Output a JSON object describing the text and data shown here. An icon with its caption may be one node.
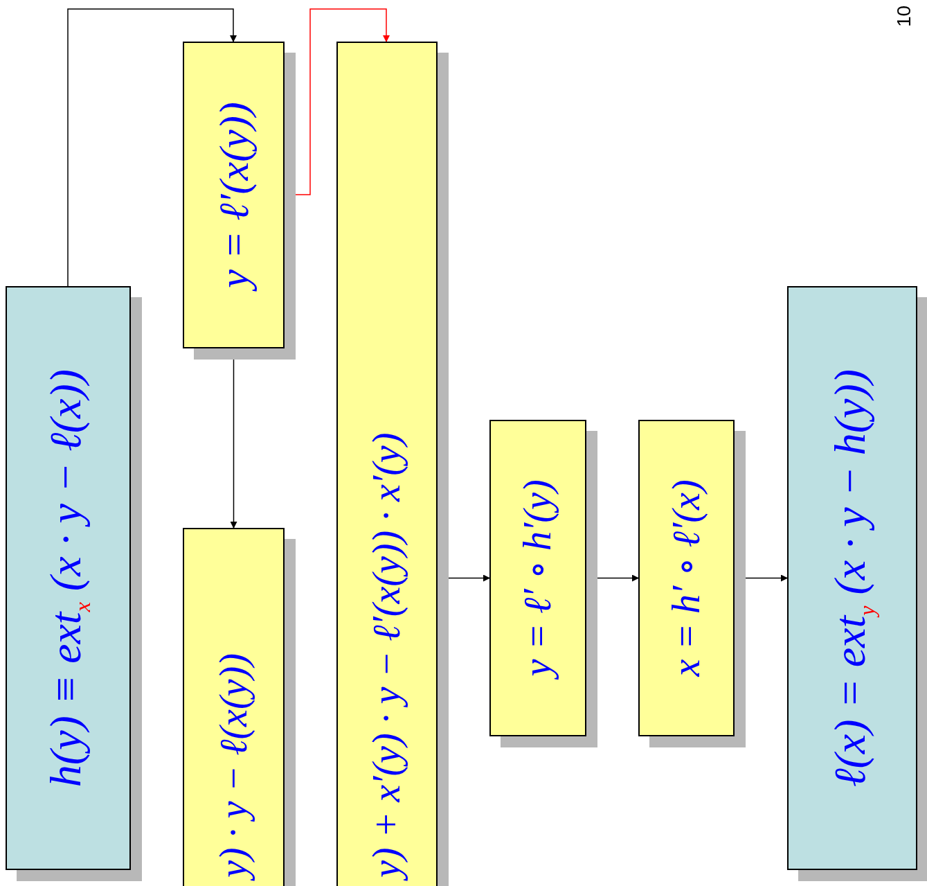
{
  "diagram": {
    "nodes": [
      {
        "text": [
          "h(y) ≡ ext$_{x}$ (x · y − ℓ(x))"
        ]
      },
      {
        "text": [
          "y = ℓ′(x(y))"
        ]
      },
      {
        "text": [
          "y) · y − ℓ(x(y))"
        ]
      },
      {
        "text": [
          "y) + x′(y) · y − ℓ′(x(y)) · x′(y)"
        ]
      },
      {
        "text": [
          "y = ℓ′ ∘ h′(y)"
        ]
      },
      {
        "text": [
          "x = h′ ∘ ℓ′(x)"
        ]
      },
      {
        "text": [
          "ℓ(x) = ext$_{y}$ (x · y − h(y))"
        ]
      }
    ],
    "edges": [
      {
        "from": 0,
        "to": 1,
        "arrow": "to"
      },
      {
        "from": 1,
        "to": 3,
        "arrow": "to",
        "color": "#ff0000"
      },
      {
        "from": 1,
        "to": 2,
        "arrow": "to"
      },
      {
        "from": 3,
        "to": 4,
        "arrow": "to"
      },
      {
        "from": 4,
        "to": 5,
        "arrow": "to"
      },
      {
        "from": 5,
        "to": 6,
        "arrow": "to"
      }
    ],
    "labels": [
      "10"
    ]
  }
}
